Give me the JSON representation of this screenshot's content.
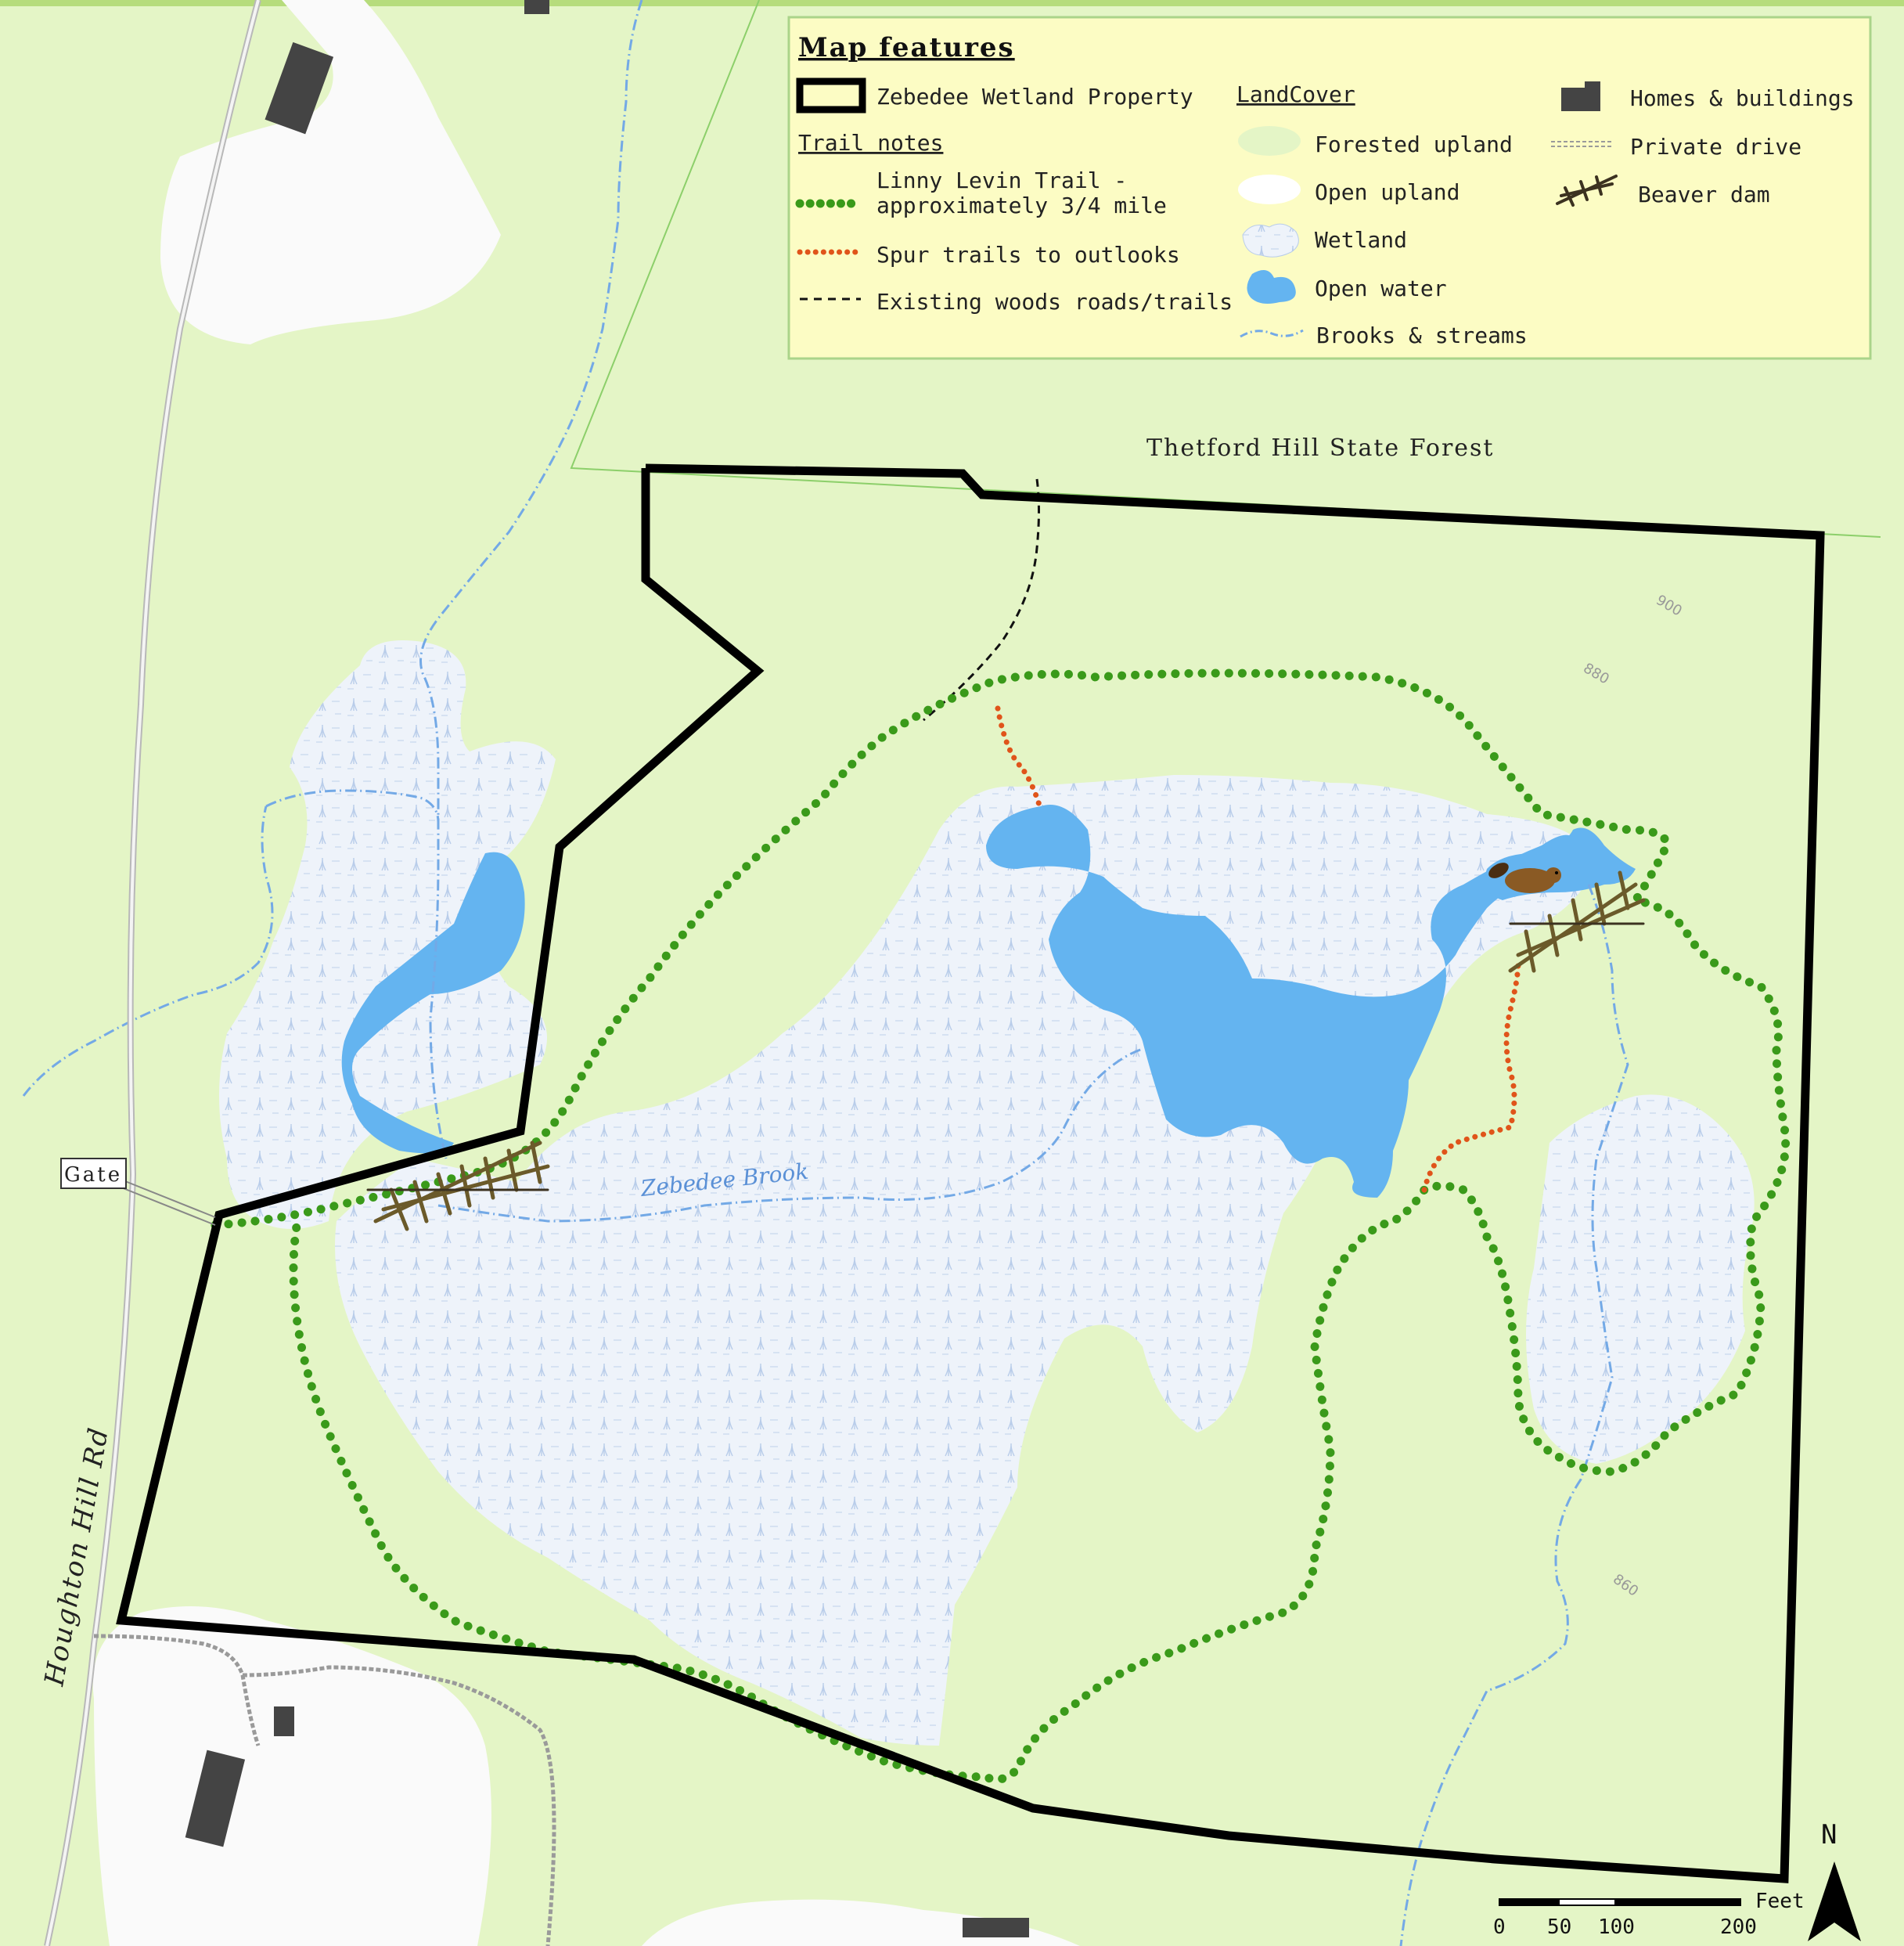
{
  "map": {
    "place_labels": {
      "state_forest": "Thetford Hill State Forest",
      "road": "Houghton Hill Rd",
      "brook": "Zebedee Brook",
      "gate": "Gate"
    },
    "contours": [
      "900",
      "880",
      "860"
    ]
  },
  "legend": {
    "title": "Map features",
    "property": "Zebedee Wetland Property",
    "trail_notes_heading": "Trail notes",
    "trail_line1": "Linny Levin Trail -",
    "trail_line2": "approximately 3/4 mile",
    "spur": "Spur trails to outlooks",
    "woods_roads": "Existing woods roads/trails",
    "landcover_heading": "LandCover",
    "forested_upland": "Forested upland",
    "open_upland": "Open upland",
    "wetland": "Wetland",
    "open_water": "Open water",
    "brooks": "Brooks & streams",
    "homes": "Homes & buildings",
    "private_drive": "Private drive",
    "beaver_dam": "Beaver dam"
  },
  "scale": {
    "unit": "Feet",
    "ticks": [
      "0",
      "50",
      "100",
      "200"
    ]
  },
  "north": "N",
  "colors": {
    "forest": "#e4f5c6",
    "open_upland": "#fafafa",
    "wetland": "#eef3fa",
    "water": "#64b4f0",
    "brook": "#73a9e6",
    "trail": "#3a9a1a",
    "spur": "#e0541a",
    "boundary": "#000000",
    "legend_bg": "#fcfcc4",
    "building": "#444444"
  }
}
